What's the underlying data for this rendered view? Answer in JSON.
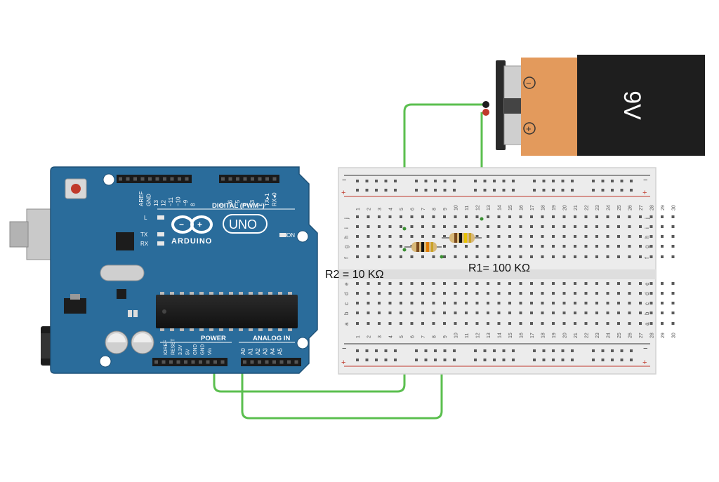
{
  "arduino": {
    "brand": "ARDUINO",
    "model": "UNO",
    "digital_header_label": "DIGITAL (PWM~)",
    "power_header_label": "POWER",
    "analog_header_label": "ANALOG IN",
    "on_label": "ON",
    "led_labels": [
      "L",
      "TX",
      "RX"
    ],
    "digital_pins": [
      "AREF",
      "GND",
      "13",
      "12",
      "~11",
      "~10",
      "~9",
      "8",
      "7",
      "~6",
      "~5",
      "4",
      "~3",
      "2",
      "TX▸1",
      "RX◂0"
    ],
    "power_pins": [
      "IOREF",
      "RESET",
      "3.3V",
      "5V",
      "GND",
      "GND",
      "Vin"
    ],
    "analog_pins": [
      "A0",
      "A1",
      "A2",
      "A3",
      "A4",
      "A5"
    ]
  },
  "battery": {
    "label": "9V",
    "minus_symbol": "−",
    "plus_symbol": "+"
  },
  "breadboard": {
    "column_numbers": [
      "1",
      "2",
      "3",
      "4",
      "5",
      "6",
      "7",
      "8",
      "9",
      "10",
      "11",
      "12",
      "13",
      "14",
      "15",
      "16",
      "17",
      "18",
      "19",
      "20",
      "21",
      "22",
      "23",
      "24",
      "25",
      "26",
      "27",
      "28",
      "29",
      "30"
    ],
    "row_letters_top": [
      "j",
      "i",
      "h",
      "g",
      "f"
    ],
    "row_letters_bottom": [
      "e",
      "d",
      "c",
      "b",
      "a"
    ],
    "rail_minus": "−",
    "rail_plus": "+"
  },
  "annotations": {
    "r2_label": "R2 = 10 KΩ",
    "r1_label": "R1= 100 KΩ"
  },
  "colors": {
    "arduino_blue": "#2a6c9b",
    "wire_green": "#5bbf4f",
    "battery_orange": "#e39a5c",
    "battery_black": "#1e1e1e",
    "breadboard": "#ececec"
  }
}
